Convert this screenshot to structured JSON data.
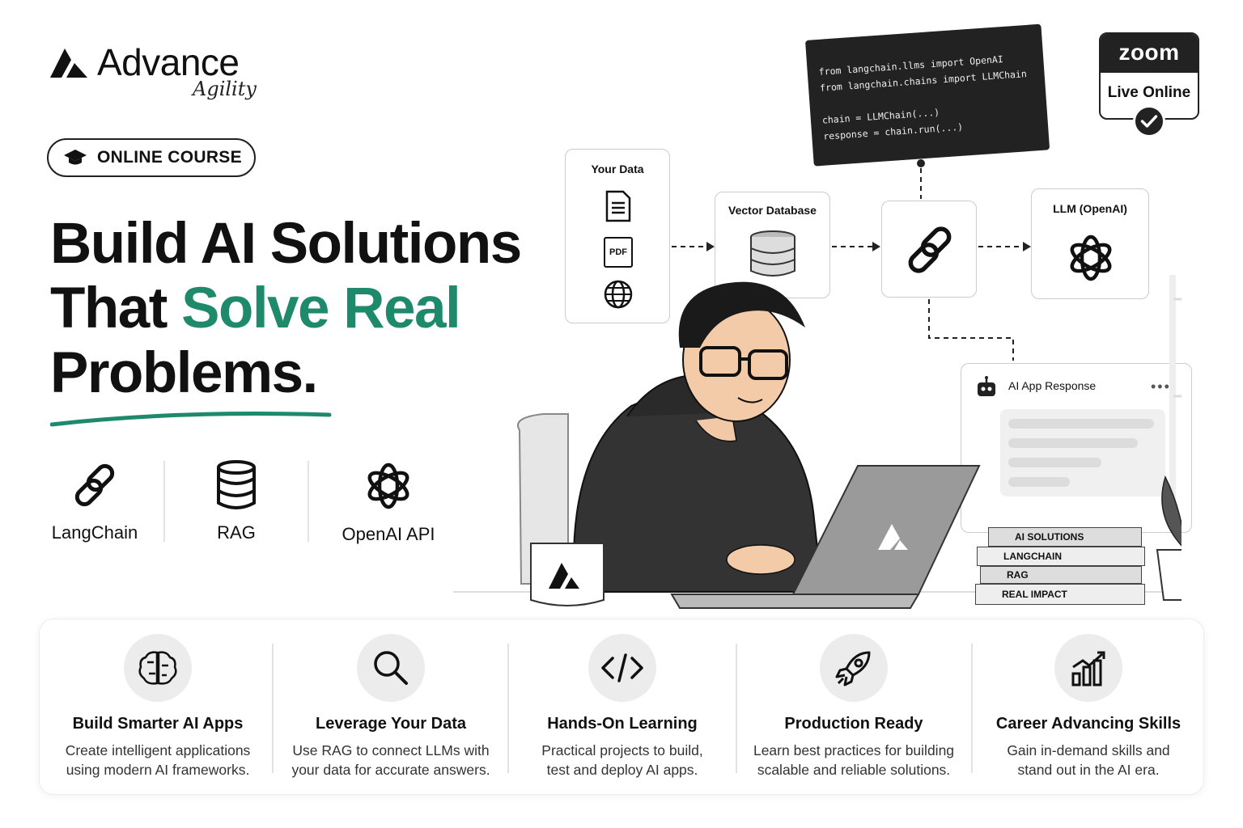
{
  "brand": {
    "name": "Advance",
    "tagline": "Agility"
  },
  "badge": {
    "label": "ONLINE COURSE"
  },
  "headline": {
    "line1": "Build AI Solutions",
    "line2_pre": "That ",
    "line2_accent": "Solve Real",
    "line3": "Problems."
  },
  "tech": [
    {
      "label": "LangChain",
      "icon": "chain-link-icon"
    },
    {
      "label": "RAG",
      "icon": "database-icon"
    },
    {
      "label": "OpenAI API",
      "icon": "openai-icon"
    }
  ],
  "code": {
    "lines": [
      "from langchain.llms import OpenAI",
      "from langchain.chains import LLMChain",
      "",
      "chain = LLMChain(...)",
      "response = chain.run(...)"
    ]
  },
  "diagram": {
    "your_data": "Your Data",
    "pdf_label": "PDF",
    "vector_db": "Vector Database",
    "llm": "LLM (OpenAI)",
    "response": "AI App Response"
  },
  "zoom": {
    "brand": "zoom",
    "label": "Live Online"
  },
  "books": [
    "AI SOLUTIONS",
    "LANGCHAIN",
    "RAG",
    "REAL IMPACT"
  ],
  "features": [
    {
      "title": "Build Smarter AI Apps",
      "desc1": "Create intelligent applications",
      "desc2": "using modern AI frameworks.",
      "icon": "brain-icon"
    },
    {
      "title": "Leverage Your Data",
      "desc1": "Use RAG to connect LLMs with",
      "desc2": "your data for accurate answers.",
      "icon": "search-icon"
    },
    {
      "title": "Hands-On Learning",
      "desc1": "Practical projects to build,",
      "desc2": "test and deploy AI apps.",
      "icon": "code-icon"
    },
    {
      "title": "Production Ready",
      "desc1": "Learn best practices for building",
      "desc2": "scalable and reliable solutions.",
      "icon": "rocket-icon"
    },
    {
      "title": "Career Advancing Skills",
      "desc1": "Gain in-demand skills and",
      "desc2": "stand out in the AI era.",
      "icon": "growth-chart-icon"
    }
  ],
  "colors": {
    "accent": "#1e8a6b",
    "dark": "#222222",
    "line": "#cccccc"
  }
}
